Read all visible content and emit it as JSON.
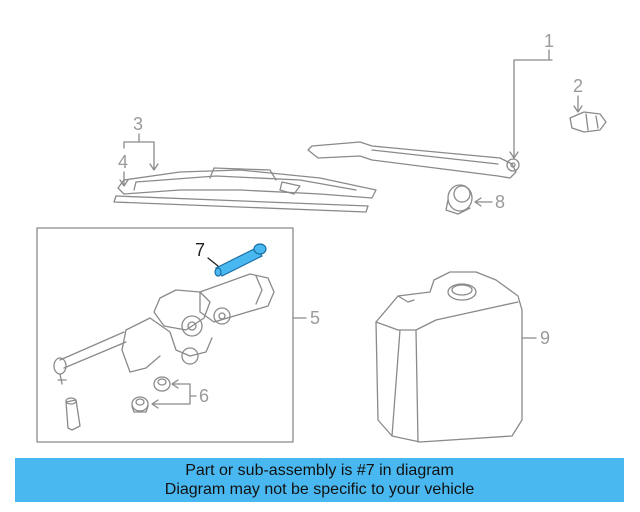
{
  "diagram": {
    "callouts": {
      "c1": "1",
      "c2": "2",
      "c3": "3",
      "c4": "4",
      "c5": "5",
      "c6": "6",
      "c7": "7",
      "c8": "8",
      "c9": "9"
    },
    "highlighted_part": "7",
    "highlight_color": "#4ab8f0",
    "line_color": "#8a8a8a"
  },
  "banner": {
    "line1": "Part or sub-assembly is #7 in diagram",
    "line2": "Diagram may not be specific to your vehicle",
    "background": "#4ab8f0"
  }
}
